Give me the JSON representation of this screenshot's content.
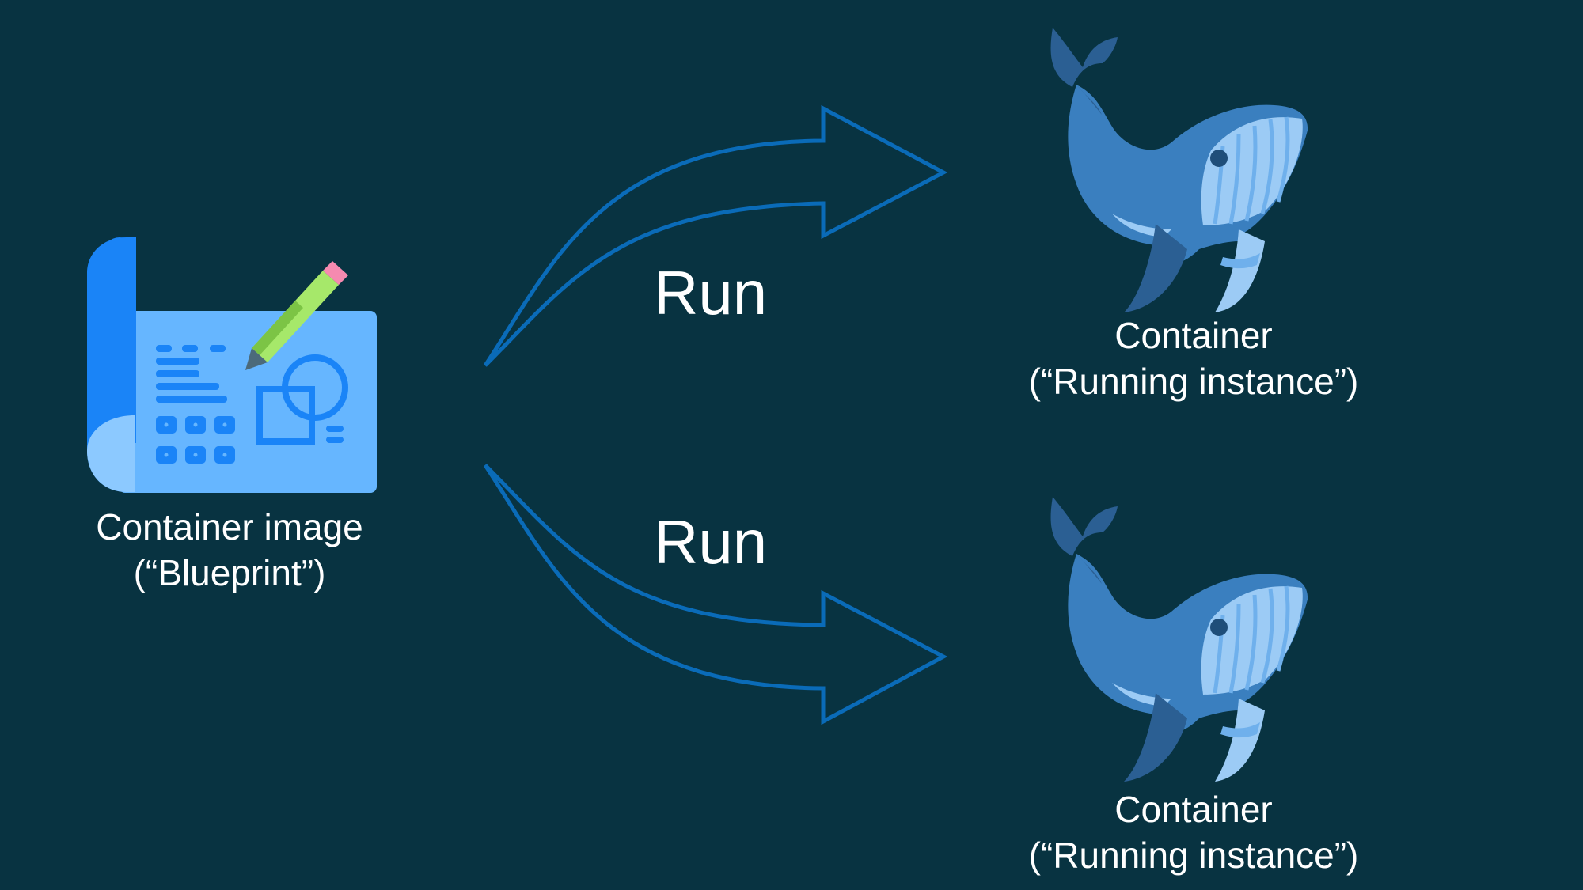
{
  "blueprint": {
    "label_line1": "Container image",
    "label_line2": "(“Blueprint”)"
  },
  "arrows": {
    "top_label": "Run",
    "bottom_label": "Run"
  },
  "containers": [
    {
      "label_line1": "Container",
      "label_line2": "(“Running instance”)"
    },
    {
      "label_line1": "Container",
      "label_line2": "(“Running instance”)"
    }
  ],
  "colors": {
    "background": "#083341",
    "arrow": "#0A6BB8",
    "whale_body": "#3A7FBF",
    "whale_dark": "#2B5F93",
    "whale_belly": "#9CCBF5",
    "blueprint_paper": "#66B6FF",
    "blueprint_roll": "#1A84F7"
  }
}
